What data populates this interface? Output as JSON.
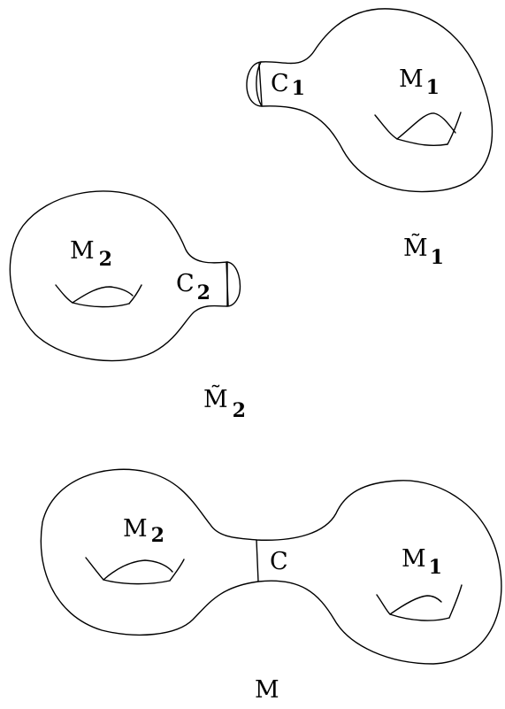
{
  "figure": {
    "surface_m1_tilde": {
      "name": "M̃",
      "name_sub": "1",
      "handle_label": "M",
      "handle_label_sub": "1",
      "collar_label": "C",
      "collar_label_sub": "1"
    },
    "surface_m2_tilde": {
      "name": "M̃",
      "name_sub": "2",
      "handle_label": "M",
      "handle_label_sub": "2",
      "collar_label": "C",
      "collar_label_sub": "2"
    },
    "surface_m": {
      "name": "M",
      "left_handle_label": "M",
      "left_handle_label_sub": "2",
      "right_handle_label": "M",
      "right_handle_label_sub": "1",
      "neck_label": "C"
    }
  }
}
